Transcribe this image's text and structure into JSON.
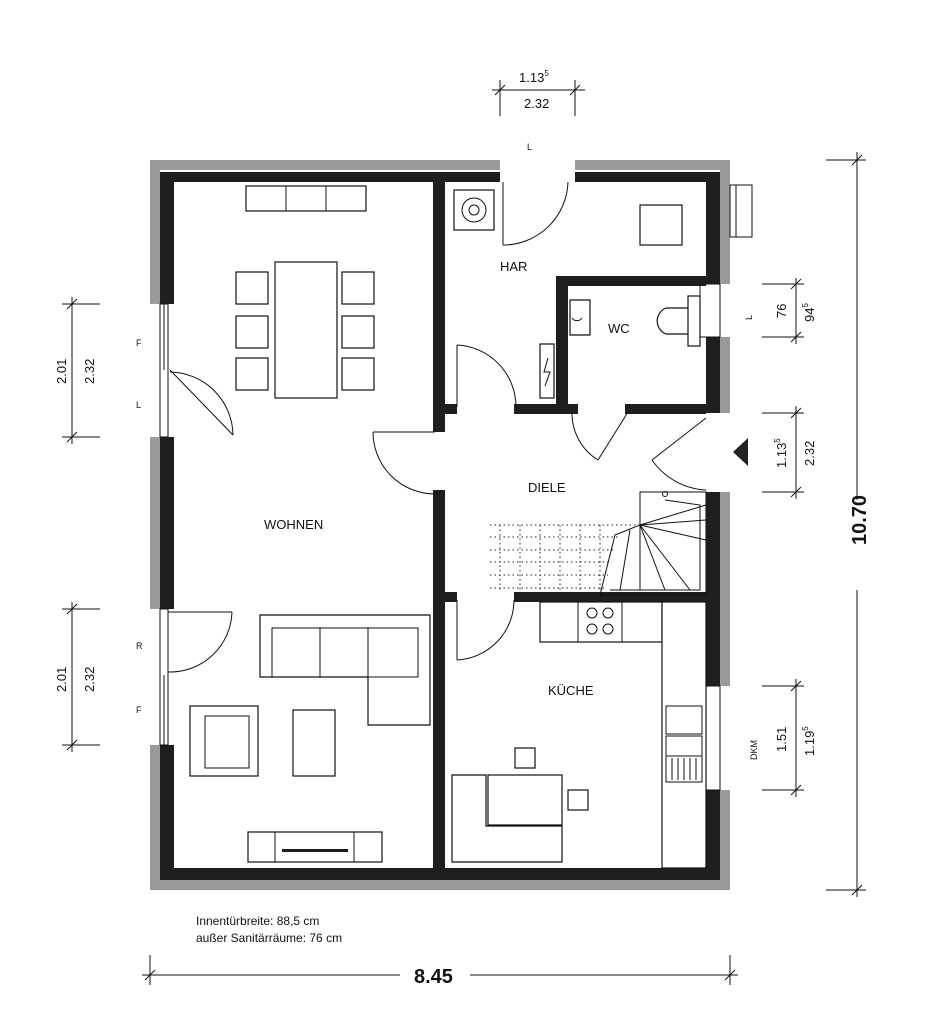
{
  "rooms": {
    "wohnen": "WOHNEN",
    "har": "HAR",
    "wc": "WC",
    "diele": "DIELE",
    "kueche": "KÜCHE"
  },
  "dimensions": {
    "total_width": "8.45",
    "total_depth": "10.70",
    "top_opening": {
      "upper": "1.13",
      "upper_sup": "5",
      "lower": "2.32"
    },
    "left_upper": {
      "a": "2.01",
      "b": "2.32"
    },
    "left_lower": {
      "a": "2.01",
      "b": "2.32"
    },
    "right_wc": {
      "a": "76",
      "b": "94",
      "b_sup": "5"
    },
    "right_entrance": {
      "a": "1.13",
      "a_sup": "5",
      "b": "2.32"
    },
    "right_kitchen": {
      "a": "1.51",
      "b": "1.19",
      "b_sup": "5"
    }
  },
  "window_letters": {
    "top": "L",
    "left_upper_top": "F",
    "left_upper_bottom": "L",
    "left_lower_top": "R",
    "left_lower_bottom": "F",
    "right_wc": "L",
    "right_kitchen": "DKM"
  },
  "notes": {
    "line1": "Innentürbreite: 88,5 cm",
    "line2": "außer Sanitärräume: 76 cm"
  }
}
